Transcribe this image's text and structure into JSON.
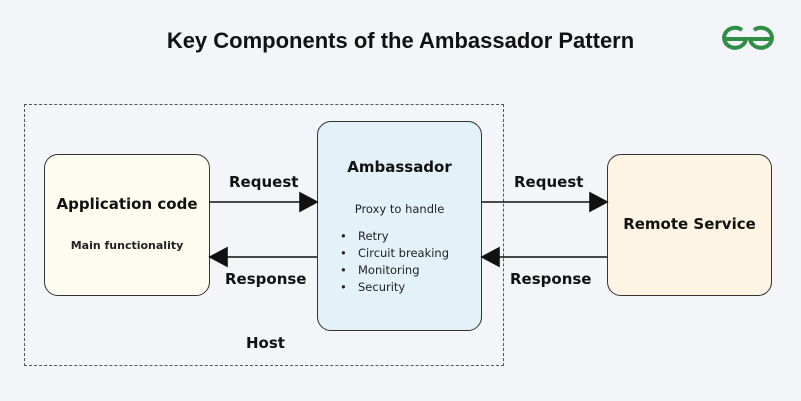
{
  "title": "Key Components of the Ambassador Pattern",
  "logo": {
    "name": "geeksforgeeks-logo",
    "color": "#2f8d46"
  },
  "host": {
    "label": "Host"
  },
  "application": {
    "title": "Application code",
    "subtitle": "Main functionality",
    "fill": "#fcfdf0"
  },
  "ambassador": {
    "title": "Ambassador",
    "subtitle": "Proxy to handle",
    "features": [
      "Retry",
      "Circuit breaking",
      "Monitoring",
      "Security"
    ],
    "fill": "#e3f1f9"
  },
  "remote": {
    "title": "Remote Service",
    "fill": "#fdf4e3"
  },
  "arrows": {
    "left_request": "Request",
    "left_response": "Response",
    "right_request": "Request",
    "right_response": "Response"
  }
}
